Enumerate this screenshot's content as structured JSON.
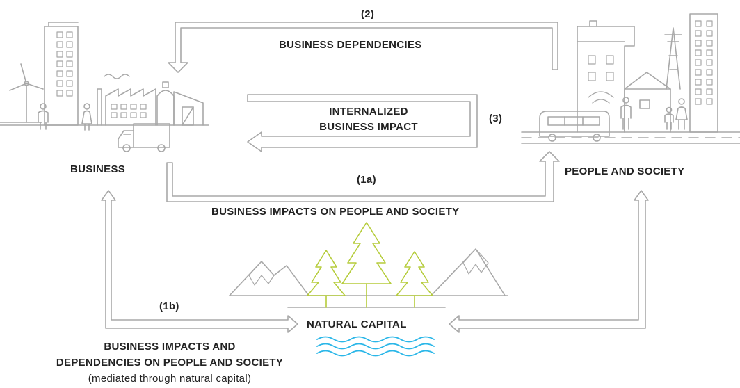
{
  "labels": {
    "business": "BUSINESS",
    "people_society": "PEOPLE AND SOCIETY",
    "natural_capital": "NATURAL CAPITAL",
    "flow_2_num": "(2)",
    "flow_2_text": "BUSINESS DEPENDENCIES",
    "flow_3_num": "(3)",
    "flow_3_line1": "INTERNALIZED",
    "flow_3_line2": "BUSINESS IMPACT",
    "flow_1a_num": "(1a)",
    "flow_1a_text": "BUSINESS IMPACTS ON PEOPLE AND SOCIETY",
    "flow_1b_num": "(1b)",
    "flow_1b_line1": "BUSINESS IMPACTS AND",
    "flow_1b_line2": "DEPENDENCIES ON PEOPLE AND SOCIETY",
    "flow_1b_line3": "(mediated through natural capital)"
  },
  "colors": {
    "line": "#a8a8a8",
    "text": "#222222",
    "tree": "#b5cc3a",
    "water": "#29b6e8"
  }
}
